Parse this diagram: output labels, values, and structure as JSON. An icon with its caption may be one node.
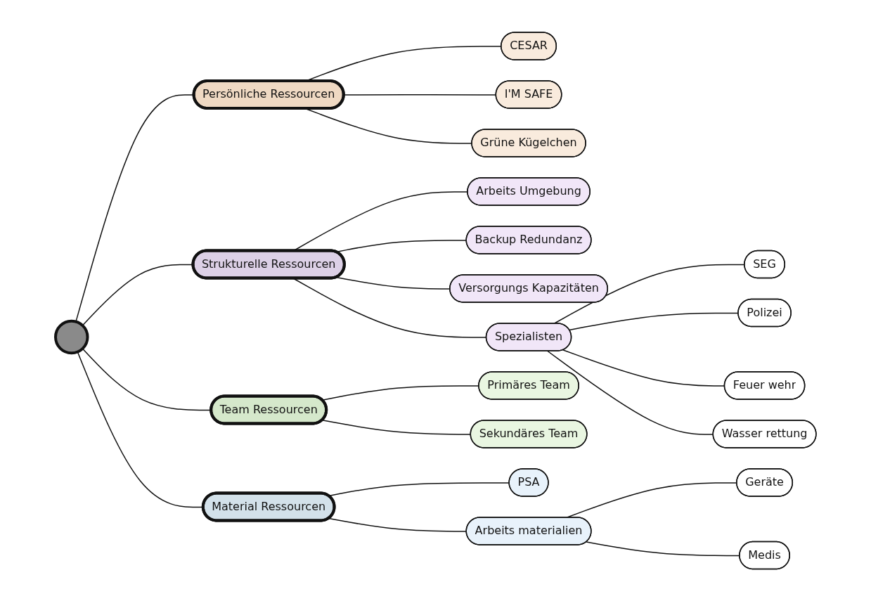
{
  "diagram": {
    "nodes": [
      {
        "text": [],
        "shape": "circle"
      },
      {
        "text": [
          "Persönliche Ressourcen"
        ]
      },
      {
        "text": [
          "CESAR"
        ]
      },
      {
        "text": [
          "I'M SAFE"
        ]
      },
      {
        "text": [
          "Grüne Kügelchen"
        ]
      },
      {
        "text": [
          "Strukturelle Ressourcen"
        ]
      },
      {
        "text": [
          "Arbeits Umgebung"
        ]
      },
      {
        "text": [
          "Backup Redundanz"
        ]
      },
      {
        "text": [
          "Versorgungs Kapazitäten"
        ]
      },
      {
        "text": [
          "Spezialisten"
        ]
      },
      {
        "text": [
          "SEG"
        ]
      },
      {
        "text": [
          "Polizei"
        ]
      },
      {
        "text": [
          "Feuer wehr"
        ]
      },
      {
        "text": [
          "Wasser rettung"
        ]
      },
      {
        "text": [
          "Team Ressourcen"
        ]
      },
      {
        "text": [
          "Primäres Team"
        ]
      },
      {
        "text": [
          "Sekundäres Team"
        ]
      },
      {
        "text": [
          "Material Ressourcen"
        ]
      },
      {
        "text": [
          "PSA"
        ]
      },
      {
        "text": [
          "Arbeits materialien"
        ]
      },
      {
        "text": [
          "Geräte"
        ]
      },
      {
        "text": [
          "Medis"
        ]
      }
    ],
    "edges": [
      {
        "from": 0,
        "to": 1,
        "arrow": "none"
      },
      {
        "from": 1,
        "to": 2,
        "arrow": "none"
      },
      {
        "from": 1,
        "to": 3,
        "arrow": "none"
      },
      {
        "from": 1,
        "to": 4,
        "arrow": "none"
      },
      {
        "from": 0,
        "to": 5,
        "arrow": "none"
      },
      {
        "from": 5,
        "to": 6,
        "arrow": "none"
      },
      {
        "from": 5,
        "to": 7,
        "arrow": "none"
      },
      {
        "from": 5,
        "to": 8,
        "arrow": "none"
      },
      {
        "from": 5,
        "to": 9,
        "arrow": "none"
      },
      {
        "from": 9,
        "to": 10,
        "arrow": "none"
      },
      {
        "from": 9,
        "to": 11,
        "arrow": "none"
      },
      {
        "from": 9,
        "to": 12,
        "arrow": "none"
      },
      {
        "from": 9,
        "to": 13,
        "arrow": "none"
      },
      {
        "from": 0,
        "to": 14,
        "arrow": "none"
      },
      {
        "from": 14,
        "to": 15,
        "arrow": "none"
      },
      {
        "from": 14,
        "to": 16,
        "arrow": "none"
      },
      {
        "from": 0,
        "to": 17,
        "arrow": "none"
      },
      {
        "from": 17,
        "to": 18,
        "arrow": "none"
      },
      {
        "from": 17,
        "to": 19,
        "arrow": "none"
      },
      {
        "from": 19,
        "to": 20,
        "arrow": "none"
      },
      {
        "from": 19,
        "to": 21,
        "arrow": "none"
      }
    ]
  }
}
